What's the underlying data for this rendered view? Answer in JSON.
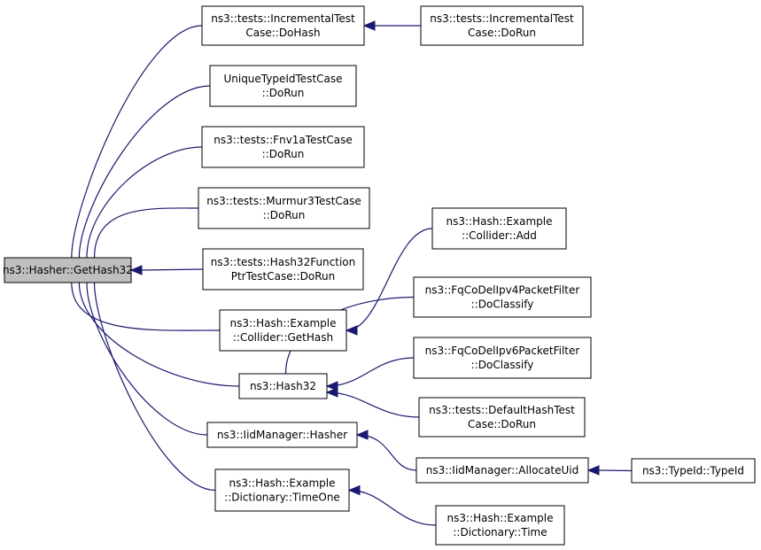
{
  "accent_color": "#191970",
  "root_fill": "#bfbfbf",
  "nodes": [
    {
      "id": "gethash32",
      "root": true,
      "lines": [
        "ns3::Hasher::GetHash32"
      ]
    },
    {
      "id": "inc-dohash",
      "lines": [
        "ns3::tests::IncrementalTest",
        "Case::DoHash"
      ]
    },
    {
      "id": "inc-dorun",
      "lines": [
        "ns3::tests::IncrementalTest",
        "Case::DoRun"
      ]
    },
    {
      "id": "uniquetypeid",
      "lines": [
        "UniqueTypeIdTestCase",
        "::DoRun"
      ]
    },
    {
      "id": "fnv1a",
      "lines": [
        "ns3::tests::Fnv1aTestCase",
        "::DoRun"
      ]
    },
    {
      "id": "murmur3",
      "lines": [
        "ns3::tests::Murmur3TestCase",
        "::DoRun"
      ]
    },
    {
      "id": "hash32fptr",
      "lines": [
        "ns3::tests::Hash32Function",
        "PtrTestCase::DoRun"
      ]
    },
    {
      "id": "collider-gethash",
      "lines": [
        "ns3::Hash::Example",
        "::Collider::GetHash"
      ]
    },
    {
      "id": "collider-add",
      "lines": [
        "ns3::Hash::Example",
        "::Collider::Add"
      ]
    },
    {
      "id": "hash32",
      "lines": [
        "ns3::Hash32"
      ]
    },
    {
      "id": "fqcodel4",
      "lines": [
        "ns3::FqCoDelIpv4PacketFilter",
        "::DoClassify"
      ]
    },
    {
      "id": "fqcodel6",
      "lines": [
        "ns3::FqCoDelIpv6PacketFilter",
        "::DoClassify"
      ]
    },
    {
      "id": "defaulthash",
      "lines": [
        "ns3::tests::DefaultHashTest",
        "Case::DoRun"
      ]
    },
    {
      "id": "iid-hasher",
      "lines": [
        "ns3::IidManager::Hasher"
      ]
    },
    {
      "id": "iid-allocate",
      "lines": [
        "ns3::IidManager::AllocateUid"
      ]
    },
    {
      "id": "typeid",
      "lines": [
        "ns3::TypeId::TypeId"
      ]
    },
    {
      "id": "dict-timeone",
      "lines": [
        "ns3::Hash::Example",
        "::Dictionary::TimeOne"
      ]
    },
    {
      "id": "dict-time",
      "lines": [
        "ns3::Hash::Example",
        "::Dictionary::Time"
      ]
    }
  ],
  "edges": [
    {
      "from": "inc-dohash",
      "to": "gethash32"
    },
    {
      "from": "inc-dorun",
      "to": "inc-dohash"
    },
    {
      "from": "uniquetypeid",
      "to": "gethash32"
    },
    {
      "from": "fnv1a",
      "to": "gethash32"
    },
    {
      "from": "murmur3",
      "to": "gethash32"
    },
    {
      "from": "hash32fptr",
      "to": "gethash32"
    },
    {
      "from": "collider-gethash",
      "to": "gethash32"
    },
    {
      "from": "collider-add",
      "to": "collider-gethash"
    },
    {
      "from": "hash32",
      "to": "gethash32"
    },
    {
      "from": "fqcodel4",
      "to": "hash32"
    },
    {
      "from": "fqcodel6",
      "to": "hash32"
    },
    {
      "from": "defaulthash",
      "to": "hash32"
    },
    {
      "from": "iid-hasher",
      "to": "gethash32"
    },
    {
      "from": "iid-allocate",
      "to": "iid-hasher"
    },
    {
      "from": "typeid",
      "to": "iid-allocate"
    },
    {
      "from": "dict-timeone",
      "to": "gethash32"
    },
    {
      "from": "dict-time",
      "to": "dict-timeone"
    }
  ]
}
